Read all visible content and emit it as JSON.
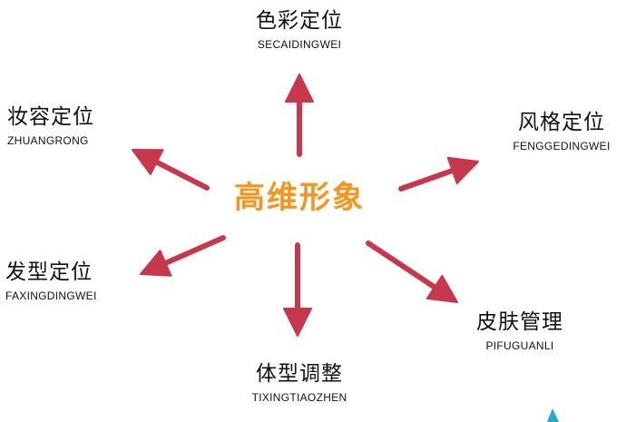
{
  "center": {
    "label": "高维形象",
    "color": "#F7941D"
  },
  "arrow_color": "#C8384C",
  "accent_color": "#27A9C9",
  "nodes": {
    "top": {
      "cn": "色彩定位",
      "py": "SECAIDINGWEI"
    },
    "top_left": {
      "cn": "妆容定位",
      "py": "ZHUANGRONG"
    },
    "top_right": {
      "cn": "风格定位",
      "py": "FENGGEDINGWEI"
    },
    "bottom_left": {
      "cn": "发型定位",
      "py": "FAXINGDINGWEI"
    },
    "bottom_right": {
      "cn": "皮肤管理",
      "py": "PIFUGUANLI"
    },
    "bottom": {
      "cn": "体型调整",
      "py": "TIXINGTIAOZHEN"
    }
  }
}
